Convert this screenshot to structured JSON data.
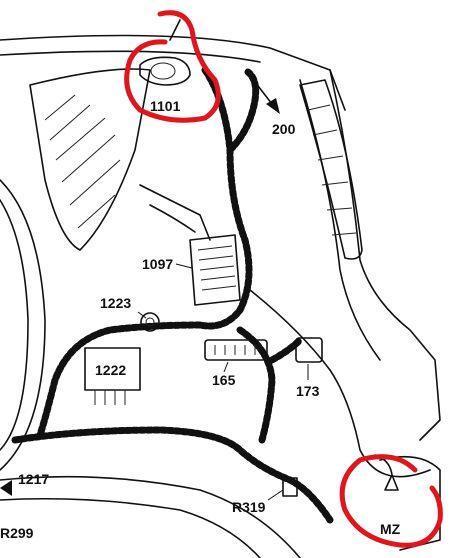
{
  "labels": {
    "l1101": "1101",
    "l200": "200",
    "l1097": "1097",
    "l1223": "1223",
    "l1222": "1222",
    "l165": "165",
    "l173": "173",
    "l1217": "1217",
    "lR319": "R319",
    "lR299": "R299",
    "lMZ": "MZ"
  },
  "colors": {
    "highlight": "#e0161c",
    "ink": "#111111",
    "background": "#ffffff"
  }
}
